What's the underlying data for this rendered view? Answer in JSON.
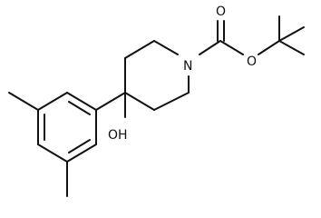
{
  "molecule": {
    "atom_labels": {
      "ring_nitrogen": "N",
      "carbonyl_oxygen": "O",
      "ester_oxygen": "O",
      "hydroxyl": "OH"
    },
    "colors": {
      "bond": "#111111",
      "text": "#111111",
      "background": "#ffffff"
    }
  }
}
